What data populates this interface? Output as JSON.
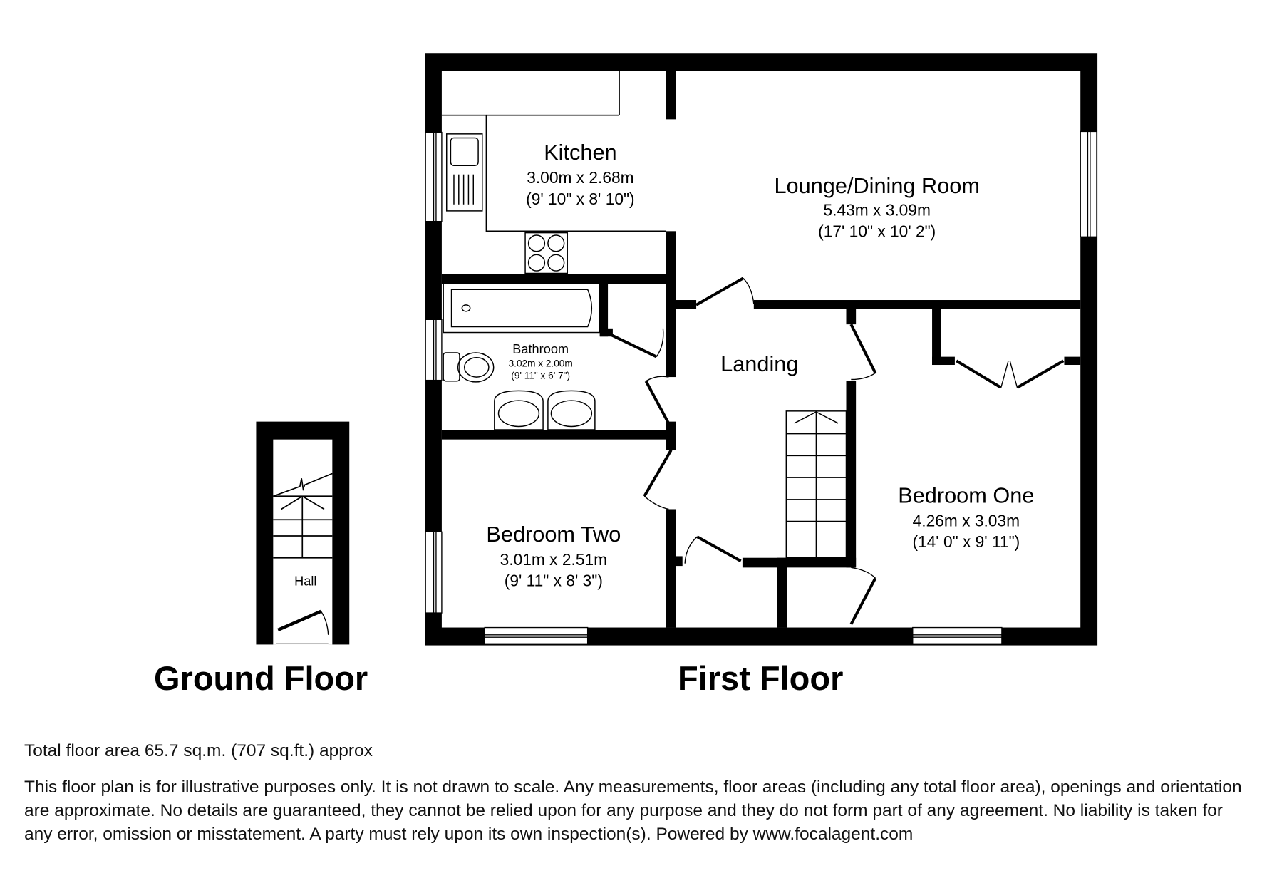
{
  "floors": [
    {
      "id": "ground",
      "title": "Ground Floor",
      "rooms": [
        {
          "name": "Hall"
        }
      ]
    },
    {
      "id": "first",
      "title": "First Floor",
      "rooms": [
        {
          "name": "Kitchen",
          "metric": "3.00m x 2.68m",
          "imperial": "(9' 10\" x 8' 10\")"
        },
        {
          "name": "Lounge/Dining Room",
          "metric": "5.43m x 3.09m",
          "imperial": "(17' 10\" x 10' 2\")"
        },
        {
          "name": "Bathroom",
          "metric": "3.02m x 2.00m",
          "imperial": "(9' 11\" x 6' 7\")"
        },
        {
          "name": "Landing"
        },
        {
          "name": "Bedroom Two",
          "metric": "3.01m x 2.51m",
          "imperial": "(9' 11\" x 8' 3\")"
        },
        {
          "name": "Bedroom One",
          "metric": "4.26m x 3.03m",
          "imperial": "(14' 0\" x 9' 11\")"
        }
      ]
    }
  ],
  "footer": {
    "total_area": "Total floor area 65.7 sq.m. (707 sq.ft.) approx",
    "disclaimer": "This floor plan is for illustrative purposes only. It is not drawn to scale. Any measurements, floor areas (including any total floor area), openings and orientation are approximate. No details are guaranteed, they cannot be relied upon for any purpose and they do not form part of any agreement. No liability is taken for any error, omission or misstatement. A party must rely upon its own inspection(s). Powered by www.focalagent.com"
  },
  "colors": {
    "wall": "#000000",
    "background": "#ffffff",
    "text": "#000000"
  }
}
